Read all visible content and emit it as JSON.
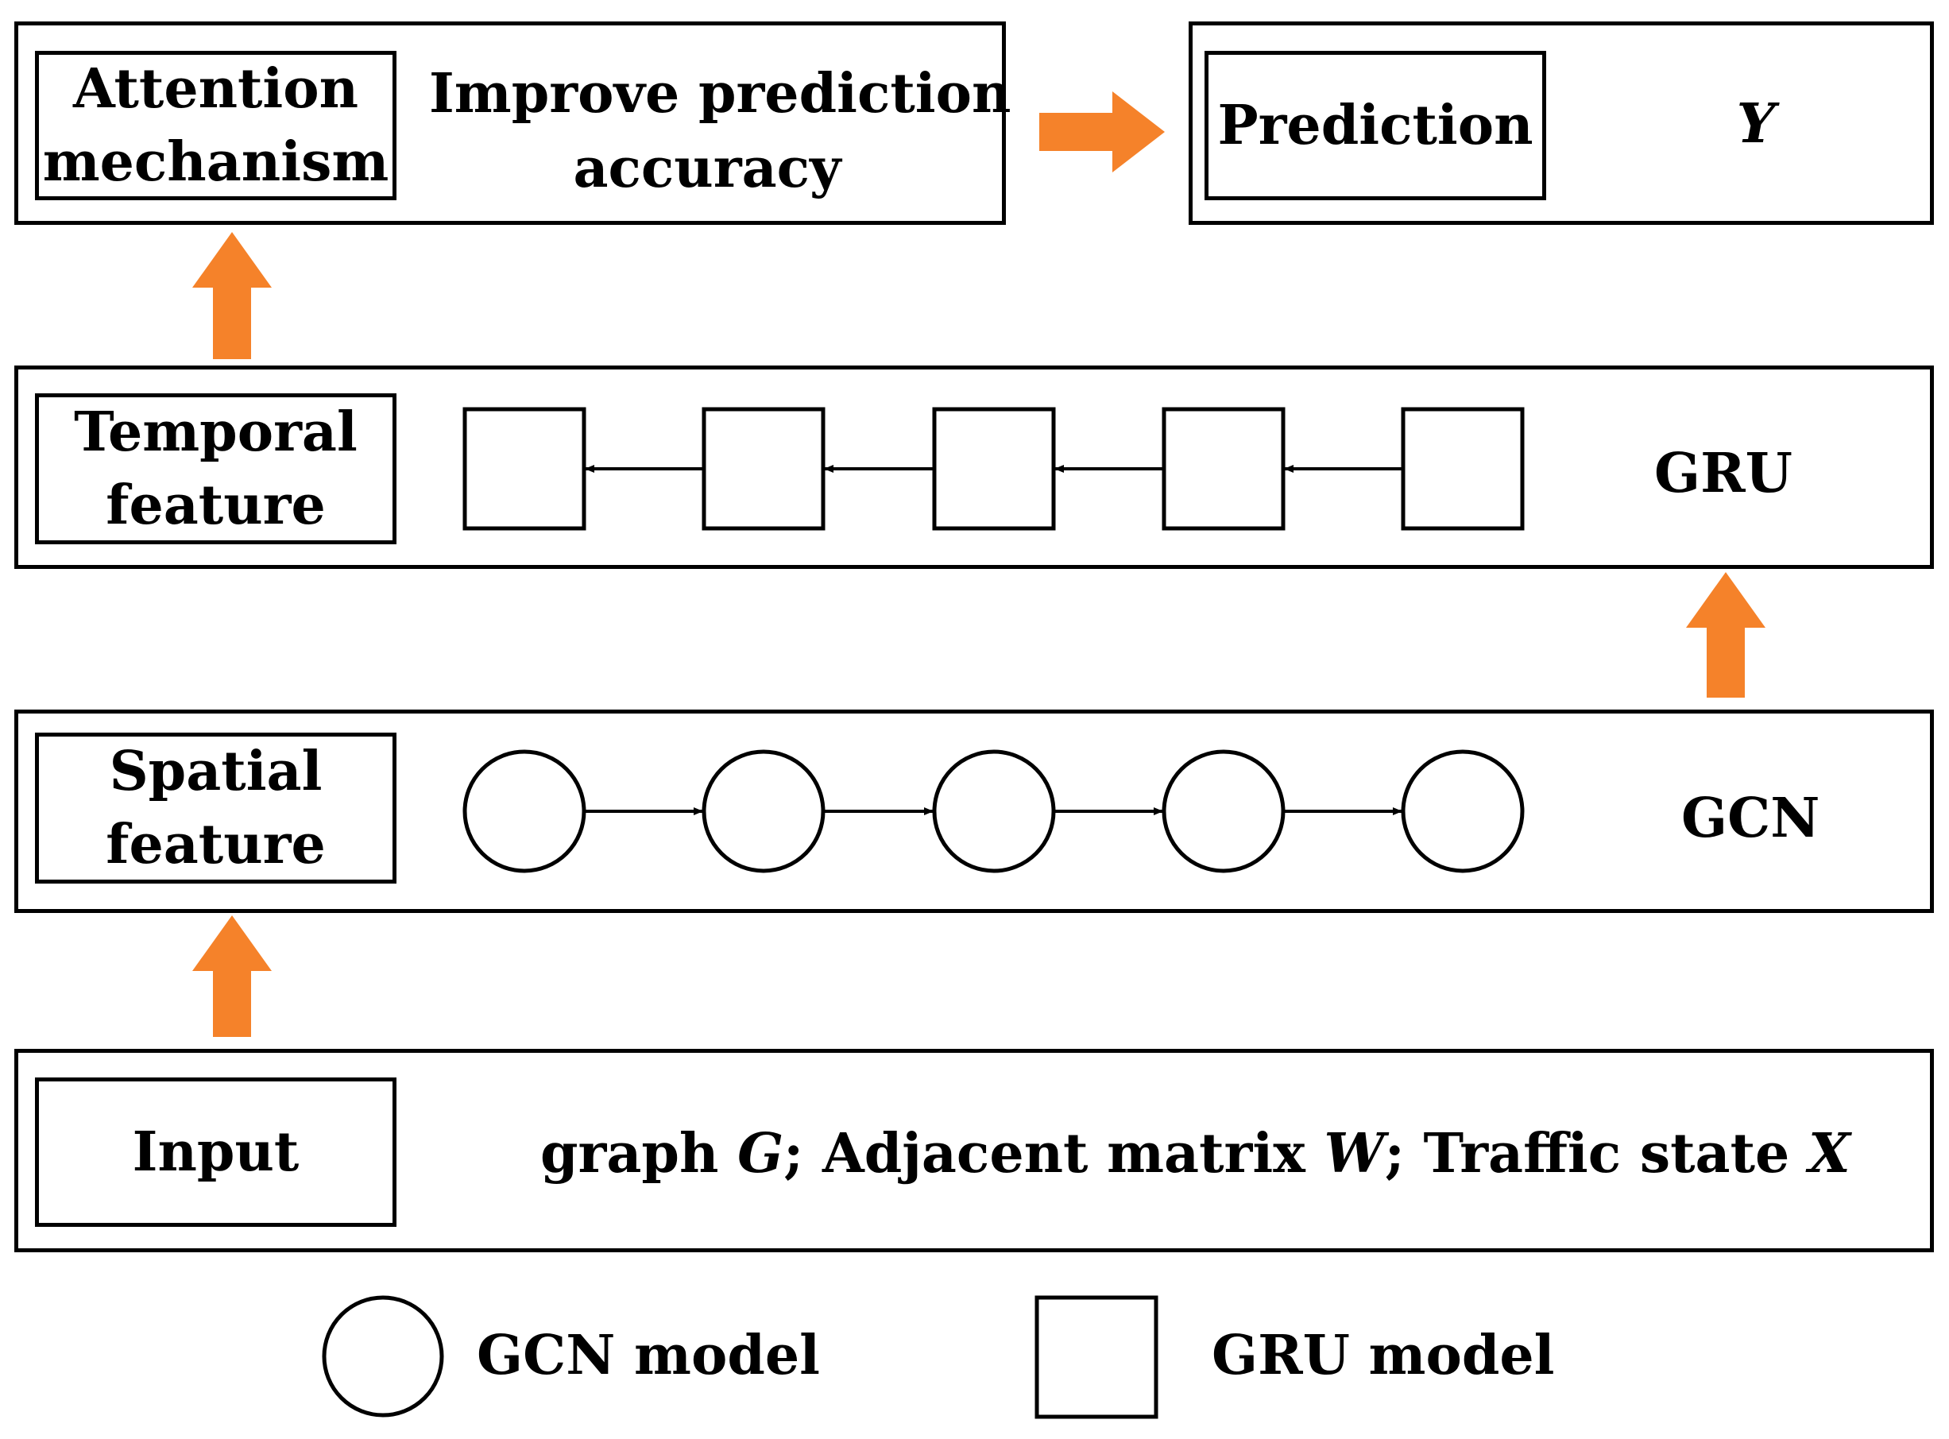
{
  "colors": {
    "accent_arrow": "#f5822a",
    "stroke": "#000000"
  },
  "top_left": {
    "label": "Attention\nmechanism",
    "description_line1": "Improve prediction",
    "description_line2": "accuracy"
  },
  "top_right": {
    "label": "Prediction",
    "symbol": "Y"
  },
  "temporal": {
    "label": "Temporal\nfeature",
    "model_name": "GRU"
  },
  "spatial": {
    "label": "Spatial\nfeature",
    "model_name": "GCN"
  },
  "input": {
    "label": "Input",
    "graph_text": "graph ",
    "graph_sym": "G",
    "adj_text": "; Adjacent matrix ",
    "adj_sym": "W",
    "traffic_text": "; Traffic state ",
    "traffic_sym": "X"
  },
  "legend": {
    "gcn": "GCN model",
    "gru": "GRU model"
  },
  "icons": {
    "circle": "circle-node-icon",
    "square": "square-node-icon",
    "arrow": "orange-arrow-icon"
  }
}
